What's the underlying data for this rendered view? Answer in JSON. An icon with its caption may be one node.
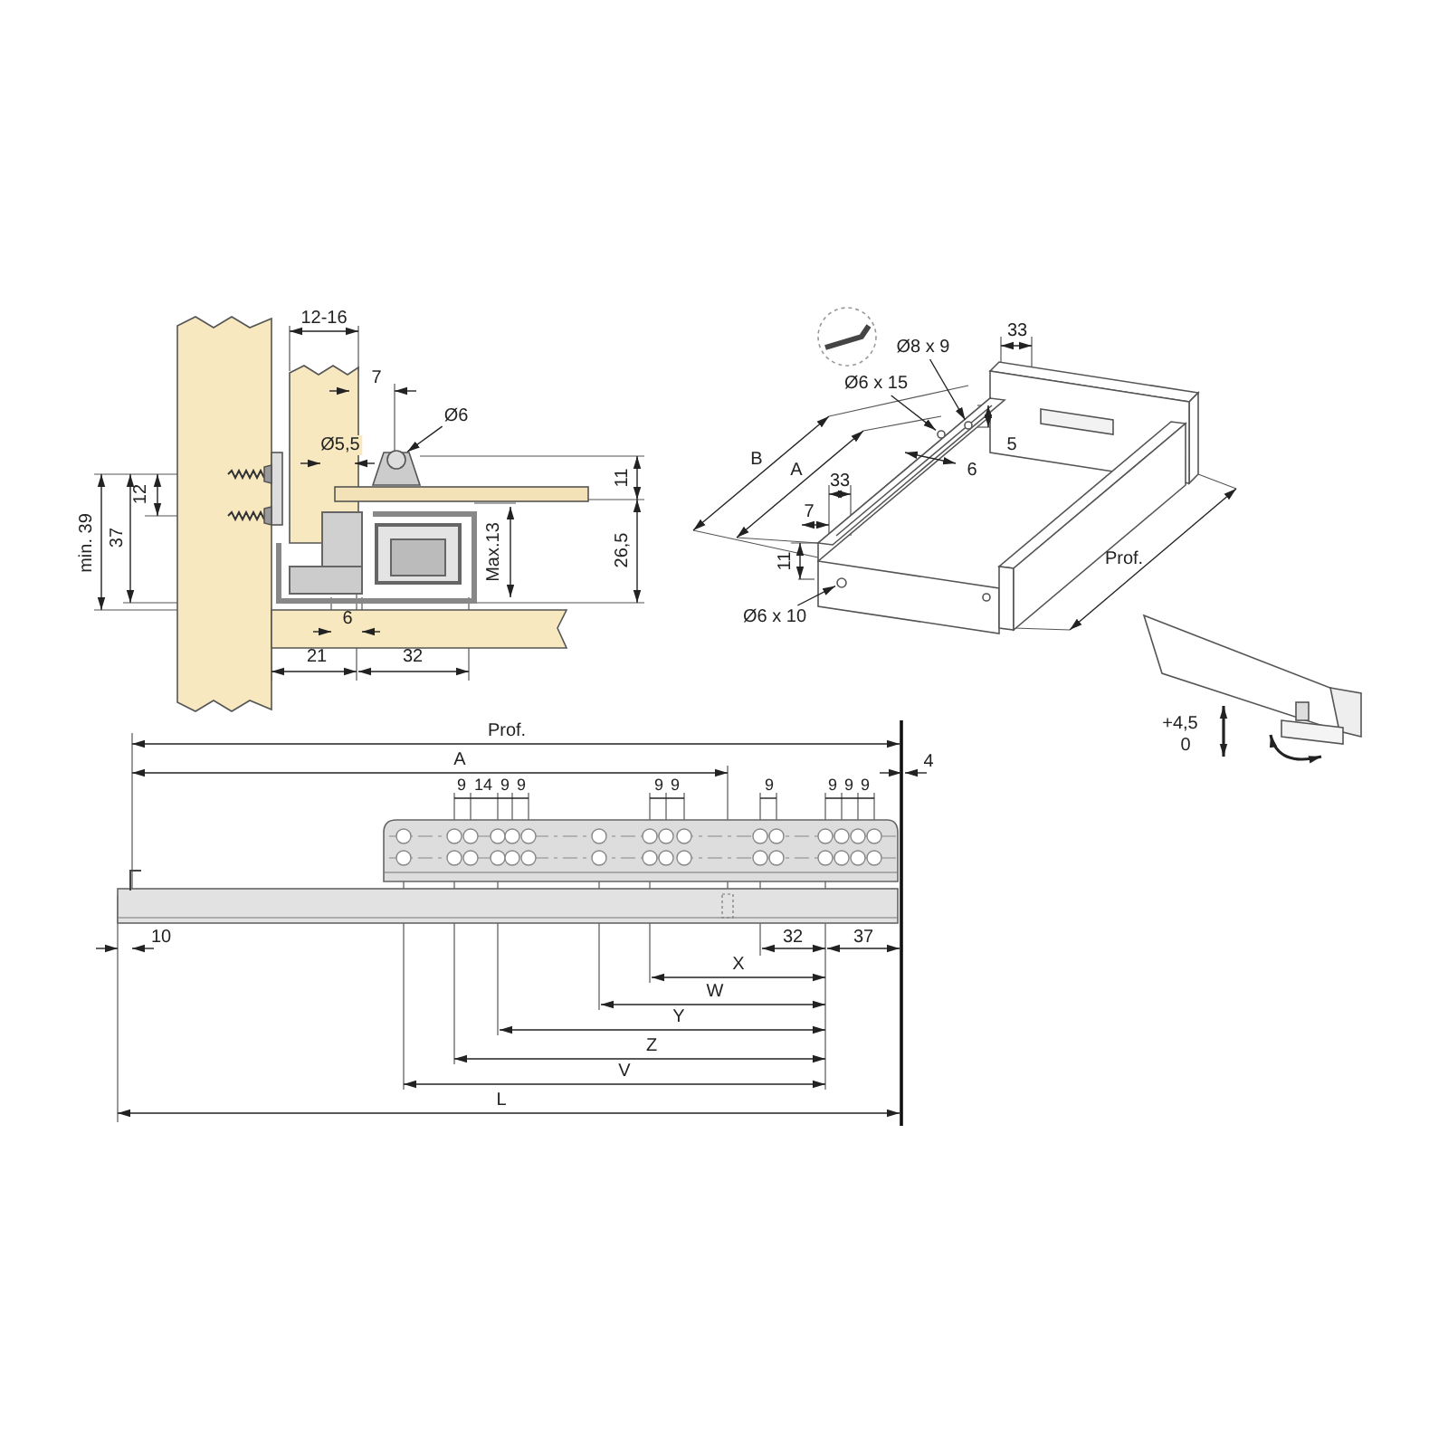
{
  "diagram": {
    "nodes": [
      {
        "text": [
          "Ø6"
        ]
      },
      {
        "text": [
          "Ø8 x 9"
        ]
      },
      {
        "text": [
          "Ø6 x 15"
        ]
      },
      {
        "text": [
          "Ø6 x 10"
        ]
      },
      {
        "text": [],
        "shape": "circle"
      },
      {
        "text": [],
        "shape": "circle"
      },
      {
        "text": [],
        "shape": "circle"
      },
      {
        "text": [],
        "shape": "circle"
      }
    ],
    "edges": [
      {
        "from": 0,
        "to": 5,
        "arrow": "to"
      },
      {
        "from": 1,
        "to": 6,
        "arrow": "to"
      },
      {
        "from": 2,
        "to": 7,
        "arrow": "to"
      },
      {
        "from": 3,
        "to": 4,
        "arrow": "to"
      }
    ],
    "labels": [
      "12-16",
      "7",
      "Ø5,5",
      "12",
      "min. 39",
      "37",
      "11",
      "26,5",
      "Max.13",
      "6",
      "21",
      "32",
      "33",
      "B",
      "A",
      "6",
      "5",
      "33",
      "7",
      "11",
      "Prof.",
      "+4,5",
      "0",
      "Prof.",
      "A",
      "4",
      "9",
      "14",
      "9",
      "9",
      "9",
      "9",
      "9",
      "9",
      "9",
      "9",
      "10",
      "32",
      "37",
      "X",
      "W",
      "Y",
      "Z",
      "V",
      "L"
    ]
  }
}
